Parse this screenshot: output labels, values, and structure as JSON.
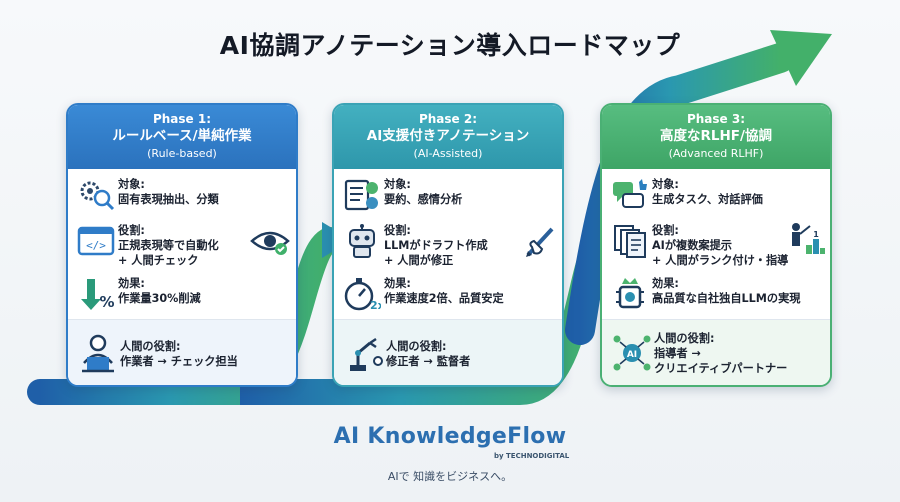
{
  "title": "AI協調アノテーション導入ロードマップ",
  "colors": {
    "phase1": "#2f7cc8",
    "phase2": "#3aa3b5",
    "phase3": "#4ab074",
    "brand": "#2c6fb0"
  },
  "phases": [
    {
      "phase": "Phase 1:",
      "title": "ルールベース/単純作業",
      "subtitle": "(Rule-based)",
      "items": [
        {
          "icon": "gears-search-icon",
          "label": "対象:",
          "value": "固有表現抽出、分類"
        },
        {
          "icon": "code-window-icon",
          "label": "役割:",
          "value": "正規表現等で自動化",
          "value2": "+ 人間チェック",
          "side_icon": "eye-check-icon"
        },
        {
          "icon": "down-percent-icon",
          "label": "効果:",
          "value": "作業量30%削減"
        }
      ],
      "human": {
        "icon": "worker-computer-icon",
        "label": "人間の役割:",
        "value": "作業者 → チェック担当"
      }
    },
    {
      "phase": "Phase 2:",
      "title": "AI支援付きアノテーション",
      "subtitle": "(AI-Assisted)",
      "items": [
        {
          "icon": "sentiment-document-icon",
          "label": "対象:",
          "value": "要約、感情分析"
        },
        {
          "icon": "robot-icon",
          "label": "役割:",
          "value": "LLMがドラフト作成",
          "value2": "+ 人間が修正",
          "side_icon": "hand-pen-icon"
        },
        {
          "icon": "stopwatch-2x-icon",
          "label": "効果:",
          "value": "作業速度2倍、品質安定",
          "badge": "2x"
        }
      ],
      "human": {
        "icon": "robot-arm-icon",
        "label": "人間の役割:",
        "value": "修正者 → 監督者"
      }
    },
    {
      "phase": "Phase 3:",
      "title": "高度なRLHF/協調",
      "subtitle": "(Advanced RLHF)",
      "items": [
        {
          "icon": "chat-thumbs-icon",
          "label": "対象:",
          "value": "生成タスク、対話評価"
        },
        {
          "icon": "documents-icon",
          "label": "役割:",
          "value": "AIが複数案提示",
          "value2": "+ 人間がランク付け・指導",
          "side_icon": "teacher-ranking-icon",
          "side_badge": "1"
        },
        {
          "icon": "ai-chip-crown-icon",
          "label": "効果:",
          "value": "高品質な自社独自LLMの実現"
        }
      ],
      "human": {
        "icon": "ai-network-icon",
        "label": "人間の役割:",
        "value": "指導者 →",
        "value2": "クリエイティブパートナー",
        "badge": "AI"
      }
    }
  ],
  "brand": {
    "name": "AI KnowledgeFlow",
    "by": "by TECHNODIGITAL",
    "tagline": "AIで 知識をビジネスへ。"
  }
}
